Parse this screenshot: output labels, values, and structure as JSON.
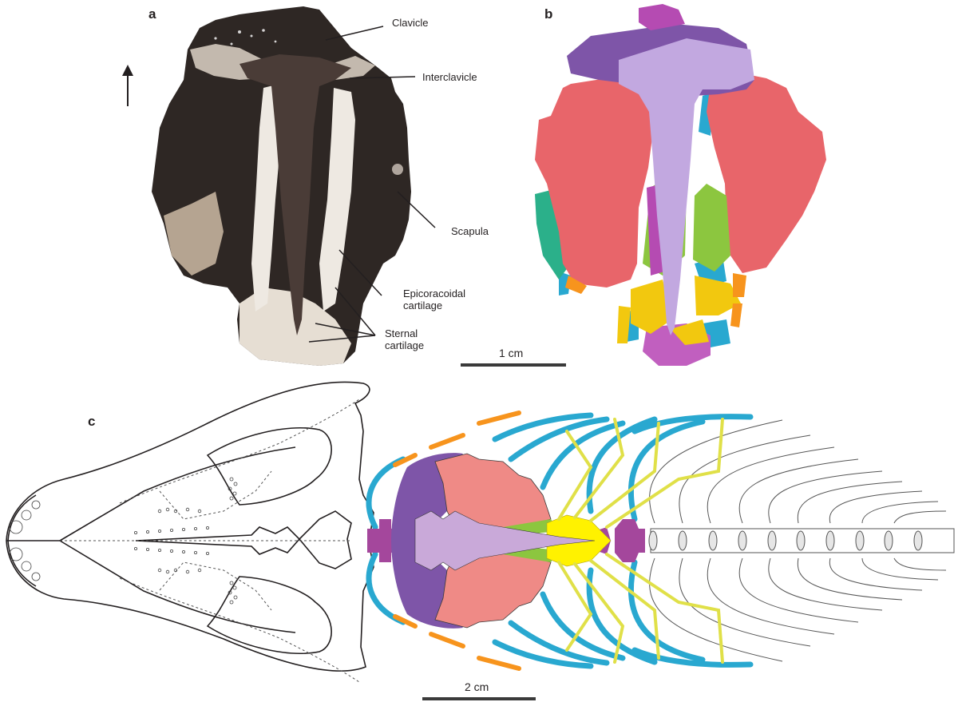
{
  "figure": {
    "panels": [
      {
        "letter": "a",
        "kind": "fossil photograph"
      },
      {
        "letter": "b",
        "kind": "3D reconstruction"
      },
      {
        "letter": "c",
        "kind": "skeletal diagram"
      }
    ],
    "panel_a": {
      "labels": {
        "clavicle": "Clavicle",
        "interclavicle": "Interclavicle",
        "scapula": "Scapula",
        "epicoracoidal_line1": "Epicoracoidal",
        "epicoracoidal_line2": "cartilage",
        "sternal_line1": "Sternal",
        "sternal_line2": "cartilage"
      },
      "orientation_arrow": "arrow-up-icon"
    },
    "scale_bars": {
      "top": "1 cm",
      "bottom": "2 cm"
    },
    "colors": {
      "interclavicle": "#c9a9d9",
      "clavicle": "#7e55a8",
      "scapulocoracoid": "#ef8a86",
      "epicoracoid": "#8cc63f",
      "sternum": "#fff200",
      "sternal_ribs": "#e8e84a",
      "ribs": "#29a8d0",
      "rib_cartilage": "#f7941d",
      "vertebrae": "#a4479c",
      "cleithrum": "#2bb08a"
    }
  }
}
